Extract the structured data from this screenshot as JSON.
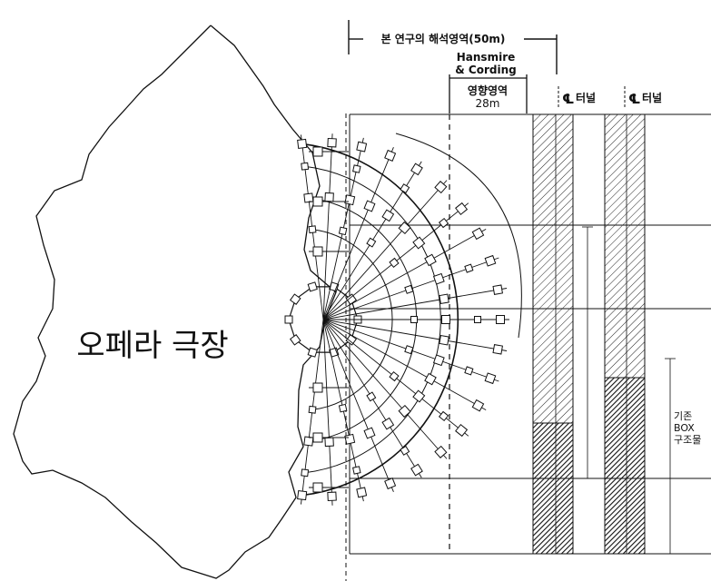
{
  "title": "오페라 극장",
  "dimension_top": {
    "label": "본 연구의 해석영역(50m)"
  },
  "method_label": {
    "line1": "Hansmire",
    "line2": "& Cording"
  },
  "influence_zone": {
    "line1": "영향영역",
    "line2": "28m"
  },
  "tunnel_labels": {
    "tunnel_1": "터널",
    "tunnel_2": "터널",
    "centerline_symbol": "℄"
  },
  "box_label": {
    "line1": "기존",
    "line2": "BOX",
    "line3": "구조물"
  },
  "sensors": {
    "count_total": 80,
    "pier_rings": 4
  },
  "colors": {
    "ink": "#111111",
    "background": "#ffffff"
  }
}
